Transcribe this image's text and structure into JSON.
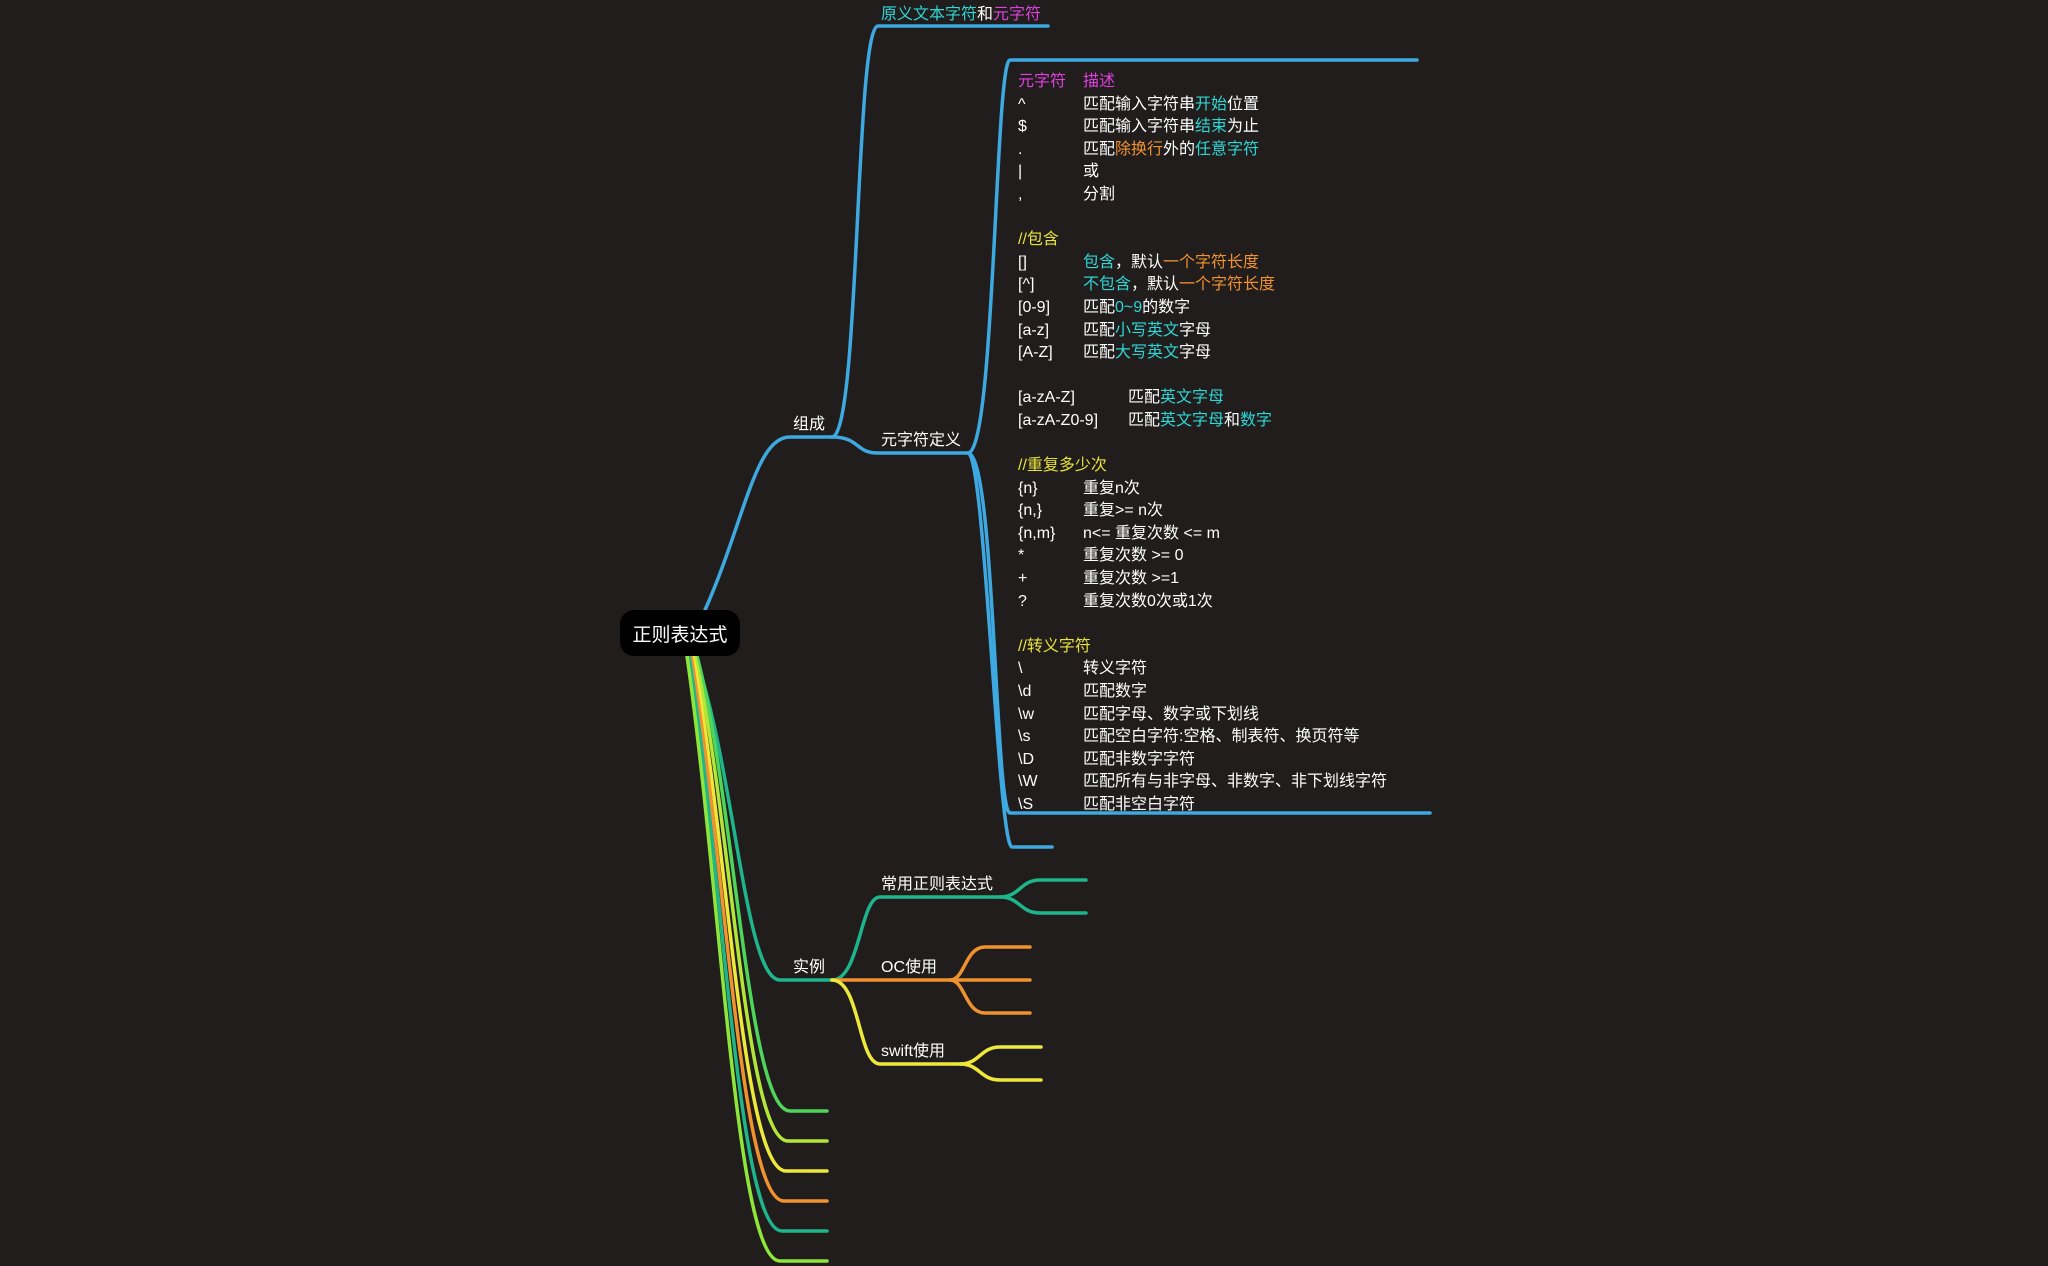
{
  "root": {
    "label": "正则表达式"
  },
  "branches": {
    "zucheng": {
      "label": "组成"
    },
    "yuanyi": {
      "segments": [
        {
          "text": "原义文本字符",
          "color": "cyan"
        },
        {
          "text": "和",
          "color": "white"
        },
        {
          "text": "元字符",
          "color": "mag"
        }
      ]
    },
    "yuanzifu_def": {
      "label": "元字符定义"
    },
    "shili": {
      "label": "实例"
    },
    "changyong": {
      "label": "常用正则表达式"
    },
    "oc": {
      "label": "OC使用"
    },
    "swift": {
      "label": "swift使用"
    }
  },
  "detail": {
    "rows": [
      {
        "key": [
          {
            "text": "元字符",
            "color": "mag"
          }
        ],
        "desc": [
          {
            "text": "描述",
            "color": "mag"
          }
        ]
      },
      {
        "key": [
          {
            "text": "^"
          }
        ],
        "desc": [
          {
            "text": "匹配输入字符串"
          },
          {
            "text": "开始",
            "color": "cyan"
          },
          {
            "text": "位置"
          }
        ]
      },
      {
        "key": [
          {
            "text": "$"
          }
        ],
        "desc": [
          {
            "text": "匹配输入字符串"
          },
          {
            "text": "结束",
            "color": "cyan"
          },
          {
            "text": "为止"
          }
        ]
      },
      {
        "key": [
          {
            "text": "."
          }
        ],
        "desc": [
          {
            "text": "匹配"
          },
          {
            "text": "除换行",
            "color": "orange"
          },
          {
            "text": "外的"
          },
          {
            "text": "任意字符",
            "color": "cyan"
          }
        ]
      },
      {
        "key": [
          {
            "text": "|"
          }
        ],
        "desc": [
          {
            "text": "或"
          }
        ]
      },
      {
        "key": [
          {
            "text": ","
          }
        ],
        "desc": [
          {
            "text": "分割"
          }
        ]
      },
      {
        "gap": true
      },
      {
        "heading": [
          {
            "text": "//包含",
            "color": "yellow"
          }
        ]
      },
      {
        "key": [
          {
            "text": "[]"
          }
        ],
        "desc": [
          {
            "text": "包含",
            "color": "cyan"
          },
          {
            "text": "，默认"
          },
          {
            "text": "一个字符长度",
            "color": "orange"
          }
        ]
      },
      {
        "key": [
          {
            "text": "[^]"
          }
        ],
        "desc": [
          {
            "text": "不包含",
            "color": "cyan"
          },
          {
            "text": "，默认"
          },
          {
            "text": "一个字符长度",
            "color": "orange"
          }
        ]
      },
      {
        "key": [
          {
            "text": "[0-9]"
          }
        ],
        "desc": [
          {
            "text": "匹配"
          },
          {
            "text": "0~9",
            "color": "cyan"
          },
          {
            "text": "的数字"
          }
        ]
      },
      {
        "key": [
          {
            "text": "[a-z]"
          }
        ],
        "desc": [
          {
            "text": "匹配"
          },
          {
            "text": "小写英文",
            "color": "cyan"
          },
          {
            "text": "字母"
          }
        ]
      },
      {
        "key": [
          {
            "text": "[A-Z]"
          }
        ],
        "desc": [
          {
            "text": "匹配"
          },
          {
            "text": "大写英文",
            "color": "cyan"
          },
          {
            "text": "字母"
          }
        ]
      },
      {
        "gap": true
      },
      {
        "key2": [
          {
            "text": "[a-zA-Z]"
          }
        ],
        "desc": [
          {
            "text": "匹配"
          },
          {
            "text": "英文字母",
            "color": "cyan"
          }
        ]
      },
      {
        "key2": [
          {
            "text": "[a-zA-Z0-9]"
          }
        ],
        "desc": [
          {
            "text": "匹配"
          },
          {
            "text": "英文字母",
            "color": "cyan"
          },
          {
            "text": "和"
          },
          {
            "text": "数字",
            "color": "cyan"
          }
        ]
      },
      {
        "gap": true
      },
      {
        "heading": [
          {
            "text": "//重复多少次",
            "color": "yellow"
          }
        ]
      },
      {
        "key": [
          {
            "text": "{n}"
          }
        ],
        "desc": [
          {
            "text": "重复n次"
          }
        ]
      },
      {
        "key": [
          {
            "text": "{n,}"
          }
        ],
        "desc": [
          {
            "text": "重复>= n次"
          }
        ]
      },
      {
        "key": [
          {
            "text": "{n,m}"
          }
        ],
        "desc": [
          {
            "text": "n<= 重复次数 <= m"
          }
        ]
      },
      {
        "key": [
          {
            "text": "*"
          }
        ],
        "desc": [
          {
            "text": "重复次数 >= 0"
          }
        ]
      },
      {
        "key": [
          {
            "text": "+"
          }
        ],
        "desc": [
          {
            "text": "重复次数 >=1"
          }
        ]
      },
      {
        "key": [
          {
            "text": "?"
          }
        ],
        "desc": [
          {
            "text": "重复次数0次或1次"
          }
        ]
      },
      {
        "gap": true
      },
      {
        "heading": [
          {
            "text": "//转义字符",
            "color": "yellow"
          }
        ]
      },
      {
        "key": [
          {
            "text": "\\"
          }
        ],
        "desc": [
          {
            "text": "转义字符"
          }
        ]
      },
      {
        "key": [
          {
            "text": "\\d"
          }
        ],
        "desc": [
          {
            "text": "匹配数字"
          }
        ]
      },
      {
        "key": [
          {
            "text": "\\w"
          }
        ],
        "desc": [
          {
            "text": "匹配字母、数字或下划线"
          }
        ]
      },
      {
        "key": [
          {
            "text": "\\s"
          }
        ],
        "desc": [
          {
            "text": "匹配空白字符:空格、制表符、换页符等"
          }
        ]
      },
      {
        "key": [
          {
            "text": "\\D"
          }
        ],
        "desc": [
          {
            "text": "匹配非数字字符"
          }
        ]
      },
      {
        "key": [
          {
            "text": "\\W"
          }
        ],
        "desc": [
          {
            "text": "匹配所有与非字母、非数字、非下划线字符"
          }
        ]
      },
      {
        "key": [
          {
            "text": "\\S"
          }
        ],
        "desc": [
          {
            "text": "匹配非空白字符"
          }
        ]
      }
    ]
  },
  "colors": {
    "cyan": "#2ed6d6",
    "mag": "#e040e0",
    "orange": "#f0922e",
    "yellow": "#e8e23a",
    "white": "#ffffff",
    "blue_line": "#3ea8e0",
    "green_line": "#1fb58a",
    "orange_line": "#f0922e",
    "yellow_line": "#eee83a",
    "lime_line": "#8ee63a"
  }
}
